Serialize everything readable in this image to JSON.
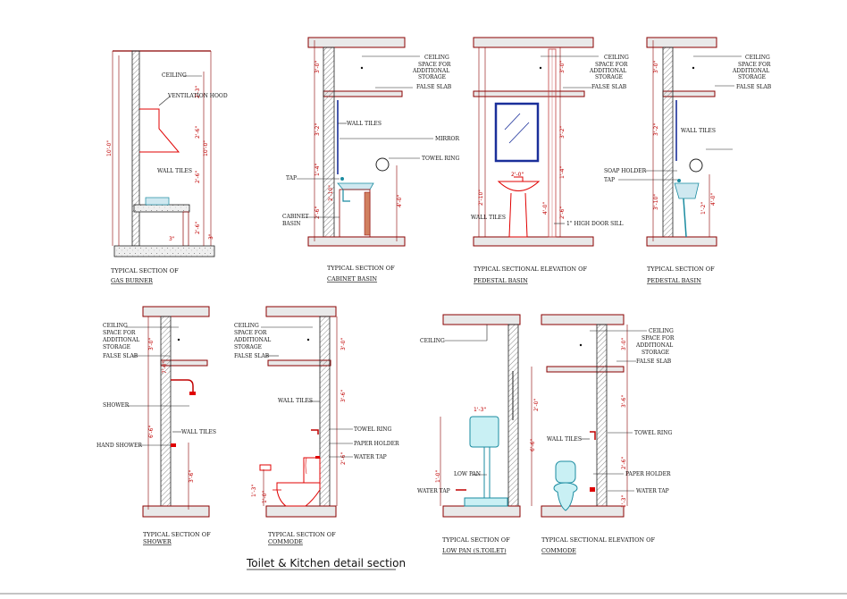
{
  "title": "Toilet & Kitchen detail section",
  "sections": [
    {
      "caption": [
        "TYPICAL SECTION OF",
        "GAS  BURNER"
      ],
      "labels": [
        "CEILING",
        "VENTILATION HOOD",
        "WALL TILES"
      ],
      "dims": [
        "10'-0\"",
        "10'-0\"",
        "2'-3\"",
        "2'-6\"",
        "2'-6\"",
        "2'-6\"",
        "3\"",
        "3\""
      ]
    },
    {
      "caption": [
        "TYPICAL SECTION OF",
        "CABINET BASIN"
      ],
      "labels": [
        "CEILING",
        "SPACE FOR",
        "ADDITIONAL",
        "STORAGE",
        "FALSE SLAB",
        "WALL TILES",
        "MIRROR",
        "TOWEL RING",
        "TAP",
        "CABINET",
        "BASIN"
      ],
      "dims": [
        "3'-0\"",
        "3'-2\"",
        "1'-4\"",
        "2'-6\"",
        "2'-10\"",
        "4'-0\""
      ]
    },
    {
      "caption": [
        "TYPICAL SECTIONAL ELEVATION OF",
        "PEDESTAL  BASIN"
      ],
      "labels": [
        "CEILING",
        "SPACE FOR",
        "ADDITIONAL",
        "STORAGE",
        "FALSE SLAB",
        "WALL TILES",
        "1\" HIGH DOOR SILL"
      ],
      "dims": [
        "3'-0\"",
        "3'-2\"",
        "1'-4\"",
        "2'-6\"",
        "2'-10\"",
        "4'-0\"",
        "2'-0\""
      ]
    },
    {
      "caption": [
        "TYPICAL SECTION OF",
        "PEDESTAL  BASIN"
      ],
      "labels": [
        "CEILING",
        "SPACE FOR",
        "ADDITIONAL",
        "STORAGE",
        "FALSE SLAB",
        "WALL TILES",
        "SOAP HOLDER",
        "TAP"
      ],
      "dims": [
        "3'-0\"",
        "3'-2\"",
        "3'-10\"",
        "1'-2\"",
        "4'-0\""
      ]
    },
    {
      "caption": [
        "TYPICAL SECTION OF",
        "SHOWER"
      ],
      "labels": [
        "CEILING",
        "SPACE FOR",
        "ADDITIONAL",
        "STORAGE",
        "FALSE SLAB",
        "SHOWER",
        "WALL TILES",
        "HAND SHOWER"
      ],
      "dims": [
        "3'-0\"",
        "6'-6\"",
        "3'-6\"",
        "7'-0\""
      ]
    },
    {
      "caption": [
        "TYPICAL SECTION OF",
        "COMMODE"
      ],
      "labels": [
        "CEILING",
        "SPACE FOR",
        "ADDITIONAL",
        "STORAGE",
        "FALSE SLAB",
        "WALL TILES",
        "TOWEL RING",
        "PAPER HOLDER",
        "WATER TAP"
      ],
      "dims": [
        "3'-0\"",
        "3'-6\"",
        "2'-6\"",
        "1'-3\"",
        "1'-0\""
      ]
    },
    {
      "caption": [
        "TYPICAL SECTION OF",
        "LOW PAN (S.TOILET)"
      ],
      "labels": [
        "CEILING",
        "LOW PAN",
        "WATER TAP"
      ],
      "dims": [
        "1'-3\"",
        "2'-0\"",
        "6'-6\"",
        "1'-0\""
      ]
    },
    {
      "caption": [
        "TYPICAL SECTIONAL ELEVATION OF",
        "COMMODE"
      ],
      "labels": [
        "CEILING",
        "SPACE FOR",
        "ADDITIONAL",
        "STORAGE",
        "FALSE SLAB",
        "WALL TILES",
        "TOWEL RING",
        "PAPER HOLDER",
        "WATER TAP"
      ],
      "dims": [
        "3'-0\"",
        "3'-6\"",
        "2'-6\"",
        "1'-3\""
      ]
    }
  ]
}
